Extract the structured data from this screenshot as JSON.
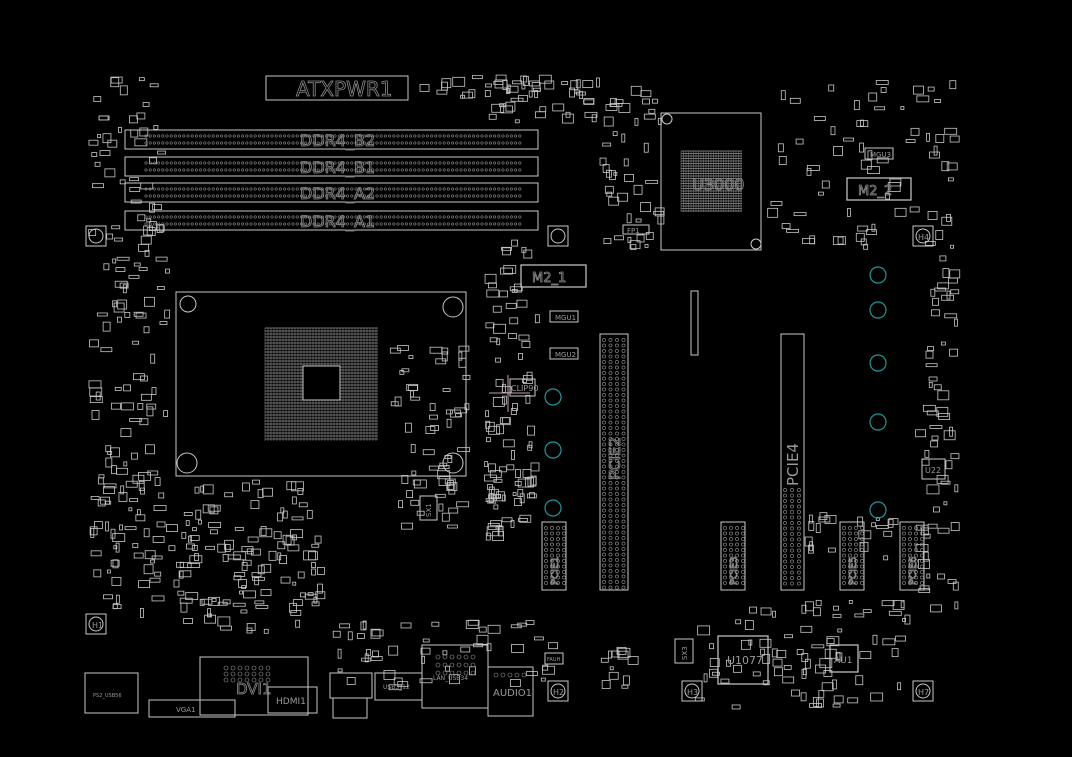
{
  "board": {
    "background": "#000000",
    "outline_color": "#c8c8c8",
    "via_color": "#1a9a9a",
    "cursor_color": "#c8a0a8"
  },
  "labels": {
    "atx_power": "ATXPWR1",
    "ddr_b2": "DDR4_B2",
    "ddr_b1": "DDR4_B1",
    "ddr_a2": "DDR4_A2",
    "ddr_a1": "DDR4_A1",
    "chipset": "U3000",
    "m2_2": "M2_2",
    "m2_1": "M2_1",
    "mgu1": "MGU1",
    "mgu2": "MGU2",
    "mgu3": "MGU3",
    "clip": "CLIP90",
    "fp": "FP1",
    "pcie2": "PCIE2",
    "pcie4": "PCIE4",
    "pcie1": "PCIE1",
    "pcie3": "PCIE3",
    "pcie5": "PCIE5",
    "pcie6": "PCIE6",
    "u22": "U22",
    "u1077": "U1077",
    "au1": "AU1",
    "sx3": "SX3",
    "sx1": "SX1",
    "h1": "H1",
    "h2": "H2",
    "h3": "H3",
    "h4": "H4",
    "h7": "H7",
    "ps2_usb": "PS2_USB56",
    "vga": "VGA1",
    "dvi": "DVI1",
    "hdmi": "HDMI1",
    "usb3": "USB3_12",
    "lan_usb": "LAN_USB34",
    "audio": "AUDIO1",
    "f_audio": "FAUH"
  }
}
